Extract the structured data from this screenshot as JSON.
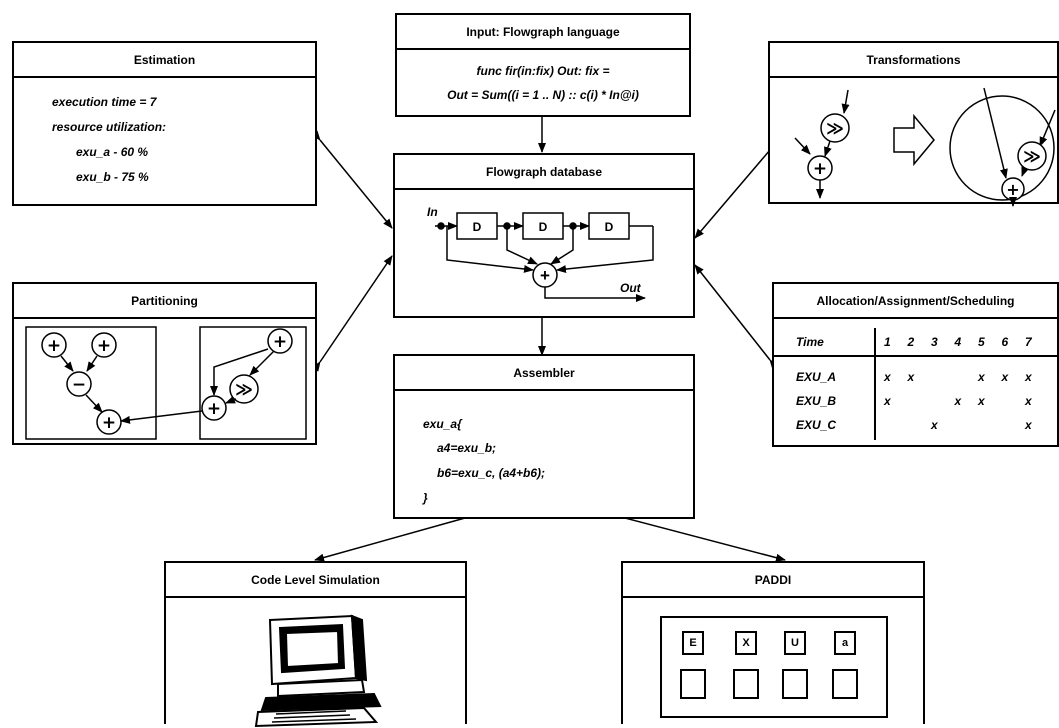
{
  "estimation": {
    "title": "Estimation",
    "lines": [
      "execution time = 7",
      "resource utilization:",
      "exu_a - 60 %",
      "exu_b - 75 %"
    ]
  },
  "input": {
    "title": "Input:  Flowgraph  language",
    "line1": "func fir(in:fix) Out: fix =",
    "line2": "Out = Sum((i = 1 .. N) :: c(i) * In@i)"
  },
  "transformations": {
    "title": "Transformations",
    "op_symbol": "≫"
  },
  "flowgraph": {
    "title": "Flowgraph database",
    "in_label": "In",
    "out_label": "Out",
    "delay_label": "D"
  },
  "partitioning": {
    "title": "Partitioning",
    "plus": "+",
    "minus": "−",
    "shift": "≫"
  },
  "allocation": {
    "title": "Allocation/Assignment/Scheduling",
    "time_label": "Time",
    "times": [
      "1",
      "2",
      "3",
      "4",
      "5",
      "6",
      "7"
    ],
    "rows": [
      {
        "name": "EXU_A",
        "marks": [
          "x",
          "x",
          "",
          "",
          "x",
          "x",
          "x"
        ]
      },
      {
        "name": "EXU_B",
        "marks": [
          "x",
          "",
          "",
          "x",
          "x",
          "",
          "x"
        ]
      },
      {
        "name": "EXU_C",
        "marks": [
          "",
          "",
          "x",
          "",
          "",
          "",
          "x"
        ]
      }
    ]
  },
  "assembler": {
    "title": "Assembler",
    "lines": [
      "exu_a{",
      "a4=exu_b;",
      "b6=exu_c, (a4+b6);",
      "}"
    ]
  },
  "simulation": {
    "title": "Code Level Simulation"
  },
  "paddi": {
    "title": "PADDI",
    "labels": [
      "E",
      "X",
      "U",
      "a"
    ]
  }
}
